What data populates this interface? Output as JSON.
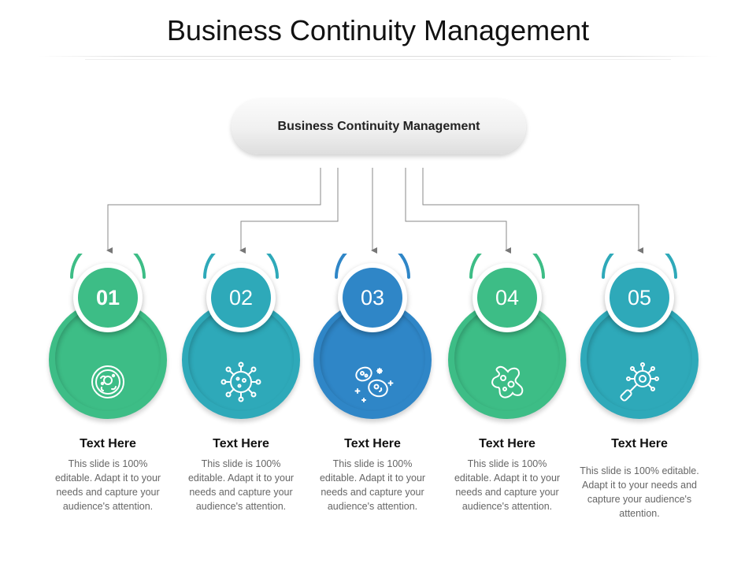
{
  "title": "Business Continuity Management",
  "center_node": {
    "label": "Business Continuity Management"
  },
  "steps": [
    {
      "number": "01",
      "heading": "Text Here",
      "text": "This slide is 100% editable. Adapt it to your needs and capture your audience's attention.",
      "color": "#3dbd86",
      "icon": "cell-icon"
    },
    {
      "number": "02",
      "heading": "Text Here",
      "text": "This slide is 100% editable. Adapt it to your needs and capture your audience's attention.",
      "color": "#2ea9b9",
      "icon": "virus-icon"
    },
    {
      "number": "03",
      "heading": "Text Here",
      "text": "This slide is 100% editable. Adapt it to your needs and capture your audience's attention.",
      "color": "#2f86c7",
      "icon": "bacteria-icon"
    },
    {
      "number": "04",
      "heading": "Text Here",
      "text": "This slide is 100% editable. Adapt it to your needs and capture your audience's attention.",
      "color": "#3dbd86",
      "icon": "microbe-icon"
    },
    {
      "number": "05",
      "heading": "Text Here",
      "text": "This slide is 100% editable. Adapt it to your needs and capture your audience's attention.",
      "color": "#2ea9b9",
      "icon": "magnifier-microbe-icon"
    }
  ]
}
